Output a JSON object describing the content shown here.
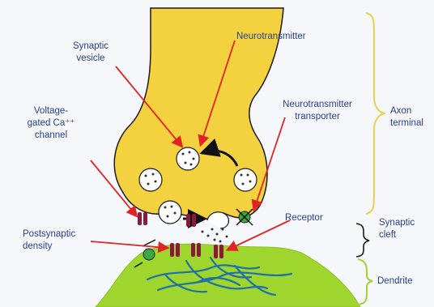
{
  "diagram": {
    "labels": {
      "synaptic_vesicle": "Synaptic\nvesicle",
      "neurotransmitter": "Neurotransmitter",
      "voltage_gated": "Voltage-\ngated Ca⁺⁺\nchannel",
      "nt_transporter": "Neurotransmitter\ntransporter",
      "axon_terminal": "Axon\nterminal",
      "receptor": "Receptor",
      "synaptic_cleft": "Synaptic\ncleft",
      "postsynaptic_density": "Postsynaptic\ndensity",
      "dendrite": "Dendrite"
    },
    "colors": {
      "axon_fill": "#f4d23f",
      "axon_stroke": "#1a1a1a",
      "dendrite_fill": "#9fd62e",
      "label_text": "#27408f",
      "pointer_arrow": "#e02424",
      "channel": "#8a1a3a",
      "transporter": "#3aa845",
      "bracket_yellow": "#e8d24a",
      "bracket_black": "#1a1a1a",
      "bracket_green": "#9fd62e",
      "cytoskeleton": "#1f6fa8"
    }
  }
}
